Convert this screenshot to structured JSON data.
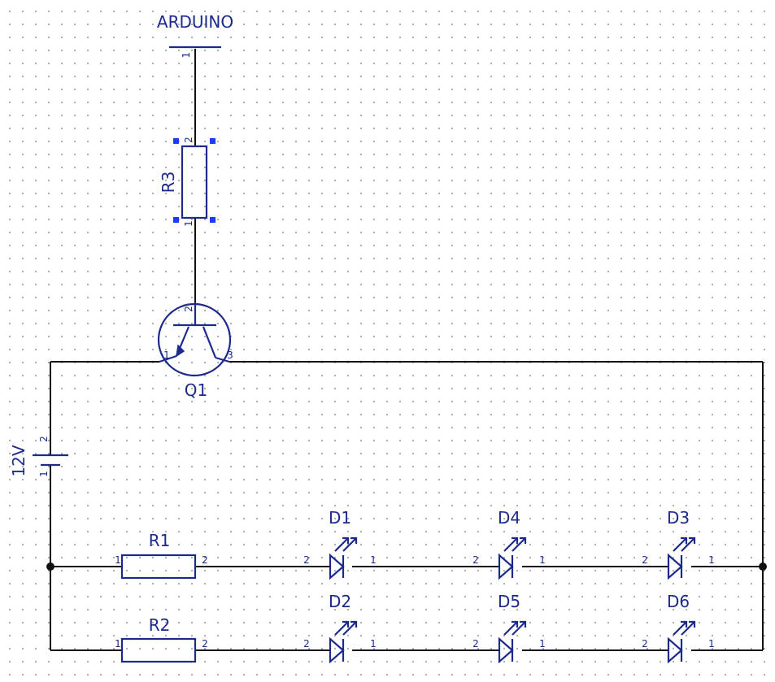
{
  "components": {
    "arduino": {
      "label": "ARDUINO",
      "pin": "1"
    },
    "r3": {
      "label": "R3",
      "pin_top": "2",
      "pin_bottom": "1"
    },
    "q1": {
      "label": "Q1",
      "pin_base": "2",
      "pin_left": "1",
      "pin_right": "3"
    },
    "battery": {
      "label": "12V",
      "pin_top": "2",
      "pin_bottom": "1"
    },
    "r1": {
      "label": "R1",
      "pin_left": "1",
      "pin_right": "2"
    },
    "r2": {
      "label": "R2",
      "pin_left": "1",
      "pin_right": "2"
    },
    "d1": {
      "label": "D1",
      "pin_anode": "2",
      "pin_cathode": "1"
    },
    "d4": {
      "label": "D4",
      "pin_anode": "2",
      "pin_cathode": "1"
    },
    "d3": {
      "label": "D3",
      "pin_anode": "2",
      "pin_cathode": "1"
    },
    "d2": {
      "label": "D2",
      "pin_anode": "2",
      "pin_cathode": "1"
    },
    "d5": {
      "label": "D5",
      "pin_anode": "2",
      "pin_cathode": "1"
    },
    "d6": {
      "label": "D6",
      "pin_anode": "2",
      "pin_cathode": "1"
    }
  },
  "colors": {
    "symbol": "#1c2a8c",
    "wire": "#101010",
    "selection_handle": "#1a3cff",
    "grid_dot": "#9a9a9a"
  }
}
